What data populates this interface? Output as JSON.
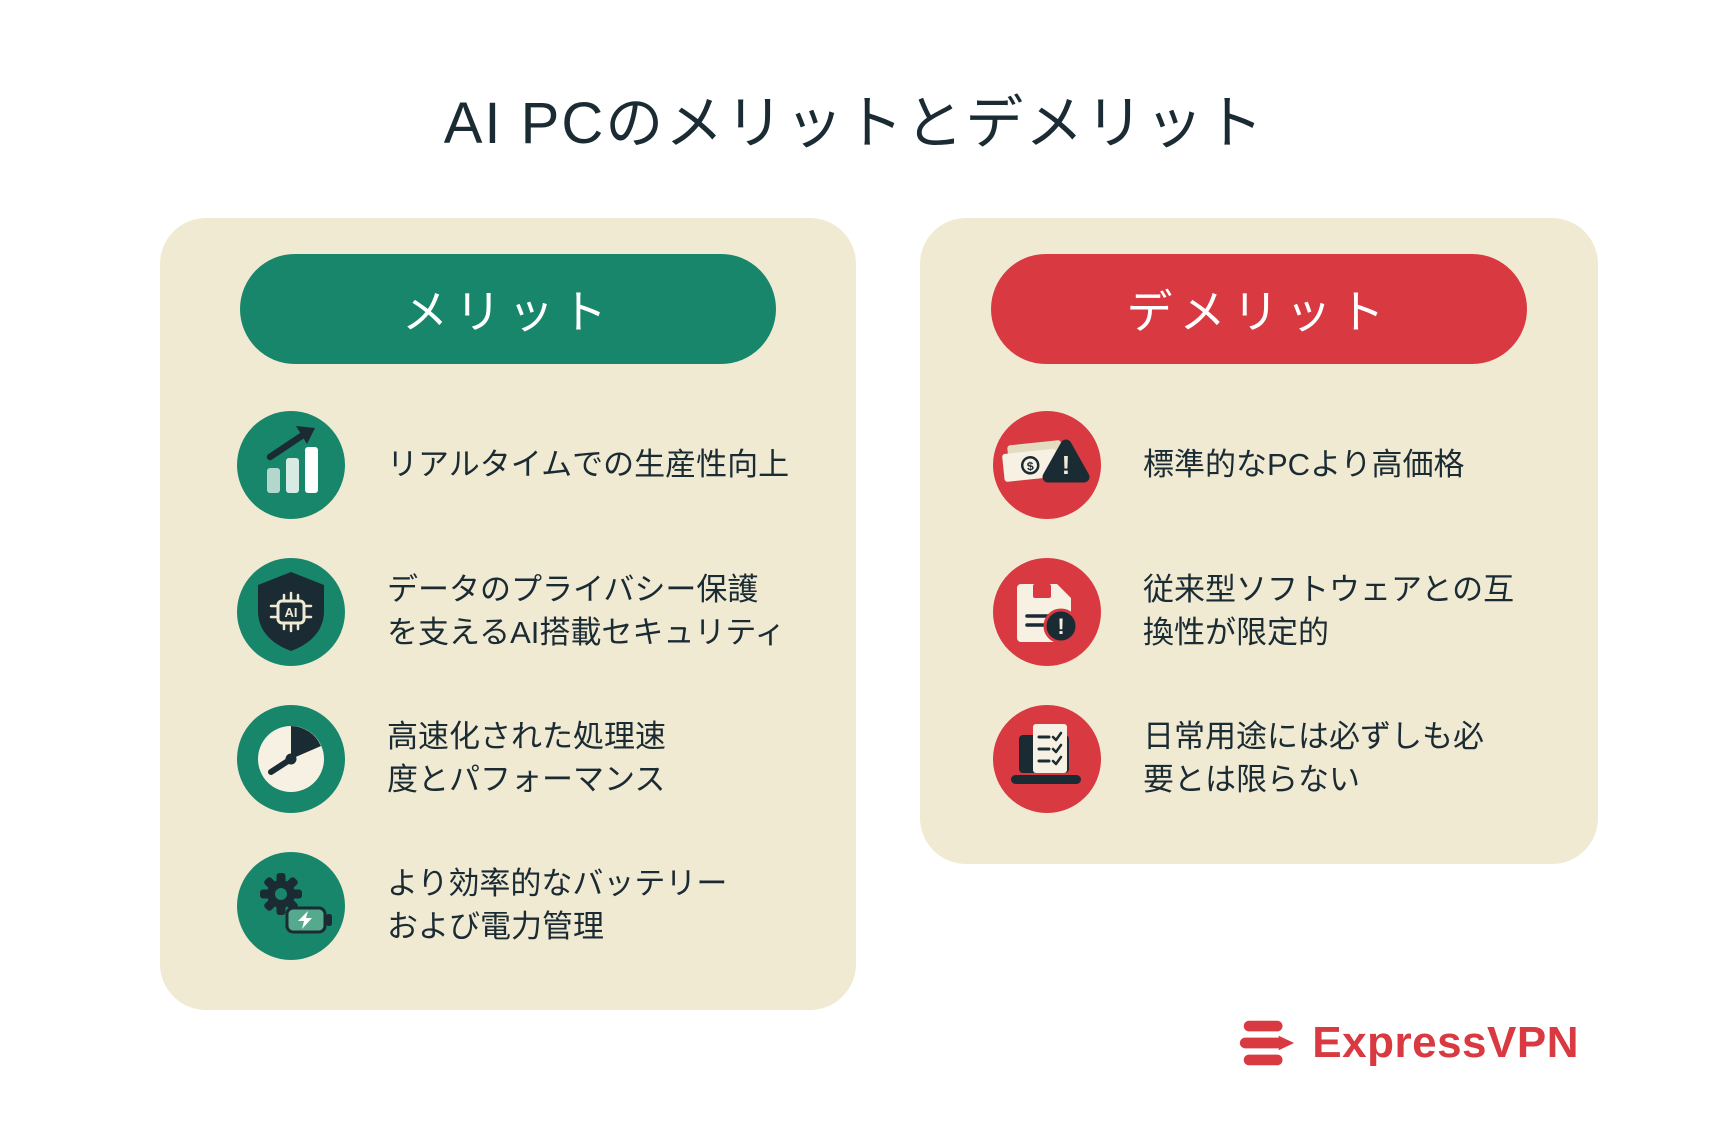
{
  "title": "AI PCのメリットとデメリット",
  "colors": {
    "background": "#FFFFFF",
    "card": "#F0EAD3",
    "green": "#17866B",
    "red": "#D93940",
    "ink": "#1B2B33"
  },
  "pros": {
    "header": "メリット",
    "items": [
      {
        "icon": "productivity-growth-chart-icon",
        "text": "リアルタイムでの生産性向上"
      },
      {
        "icon": "ai-security-shield-icon",
        "text": "データのプライバシー保護\nを支えるAI搭載セキュリティ"
      },
      {
        "icon": "processing-speed-timer-icon",
        "text": "高速化された処理速\n度とパフォーマンス"
      },
      {
        "icon": "battery-power-management-icon",
        "text": "より効率的なバッテリー\nおよび電力管理"
      }
    ]
  },
  "cons": {
    "header": "デメリット",
    "items": [
      {
        "icon": "money-price-warning-icon",
        "text": "標準的なPCより高価格"
      },
      {
        "icon": "software-compatibility-warning-icon",
        "text": "従来型ソフトウェアとの互\n換性が限定的"
      },
      {
        "icon": "laptop-daily-use-checklist-icon",
        "text": "日常用途には必ずしも必\n要とは限らない"
      }
    ]
  },
  "brand": {
    "name": "ExpressVPN"
  }
}
